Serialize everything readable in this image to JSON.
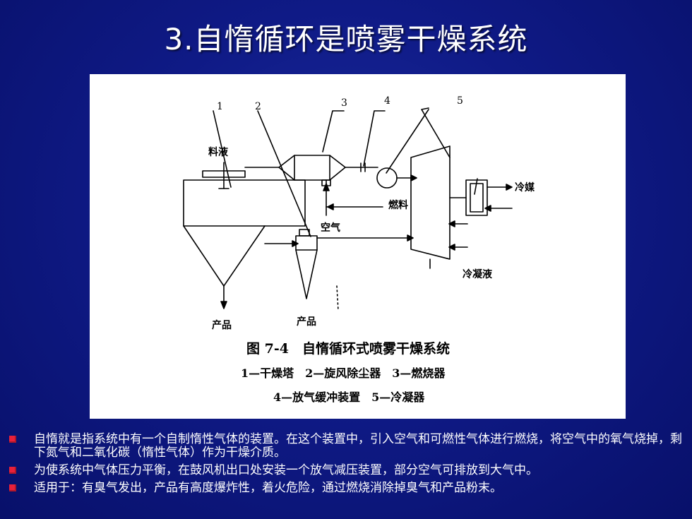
{
  "slide": {
    "title": "3.自惰循环是喷雾干燥系统"
  },
  "figure": {
    "part_numbers": [
      "1",
      "2",
      "3",
      "4",
      "5"
    ],
    "labels": {
      "feed_liquid": "料液",
      "coolant": "冷媒",
      "fuel": "燃料",
      "air": "空气",
      "condensate": "冷凝液",
      "product_left": "产品",
      "product_right": "产品"
    },
    "caption": {
      "title": "图 7-4　自惰循环式喷雾干燥系统",
      "line1": "1—干燥塔　2—旋风除尘器　3—燃烧器",
      "line2": "4—放气缓冲装置　5—冷凝器"
    }
  },
  "bullets": [
    "自惰就是指系统中有一个自制惰性气体的装置。在这个装置中，引入空气和可燃性气体进行燃烧，将空气中的氧气烧掉，剩下氮气和二氧化碳（惰性气体）作为干燥介质。",
    "为使系统中气体压力平衡，在鼓风机出口处安装一个放气减压装置，部分空气可排放到大气中。",
    "适用于：有臭气发出，产品有高度爆炸性，着火危险，通过燃烧消除掉臭气和产品粉末。"
  ],
  "colors": {
    "background": "#0f1a86",
    "title_text": "#ffffff",
    "bullet_marker": "#e8203a",
    "panel": "#ffffff"
  }
}
